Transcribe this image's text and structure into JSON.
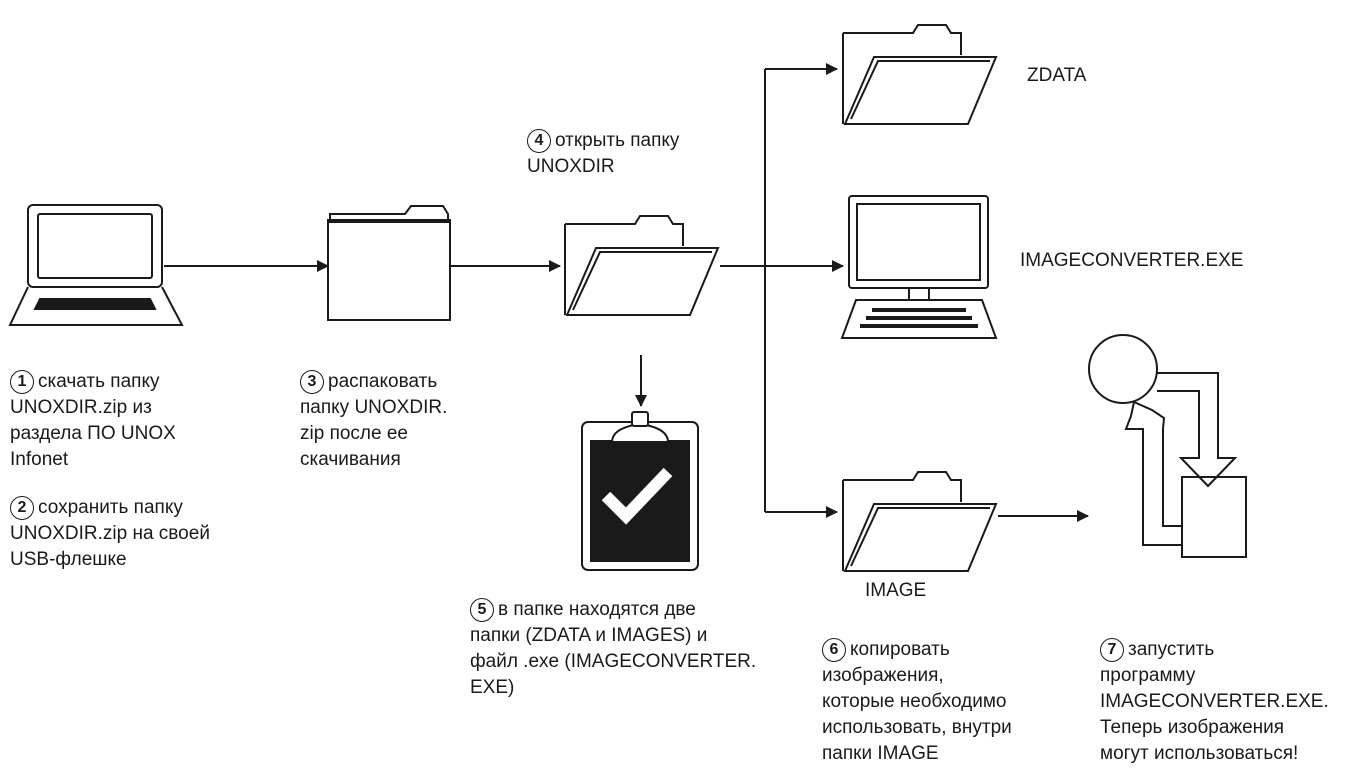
{
  "steps": [
    {
      "num": "1",
      "lines": [
        "скачать папку",
        "UNOXDIR.zip из",
        "раздела ПО UNOX",
        "Infonet"
      ]
    },
    {
      "num": "2",
      "lines": [
        "сохранить папку",
        "UNOXDIR.zip на своей",
        "USB-флешке"
      ]
    },
    {
      "num": "3",
      "lines": [
        "распаковать",
        "папку UNOXDIR.",
        "zip после ее",
        "скачивания"
      ]
    },
    {
      "num": "4",
      "lines": [
        "открыть папку",
        "UNOXDIR"
      ]
    },
    {
      "num": "5",
      "lines": [
        "в папке находятся две",
        "папки (ZDATA и IMAGES) и",
        "файл .exe (IMAGECONVERTER.",
        "EXE)"
      ]
    },
    {
      "num": "6",
      "lines": [
        "копировать",
        "изображения,",
        "которые необходимо",
        "использовать, внутри",
        "папки IMAGE"
      ]
    },
    {
      "num": "7",
      "lines": [
        "запустить",
        "программу",
        "IMAGECONVERTER.EXE.",
        "Теперь изображения",
        "могут использоваться!"
      ]
    }
  ],
  "labels": {
    "zdata": "ZDATA",
    "imageconverter": "IMAGECONVERTER.EXE",
    "image": "IMAGE"
  }
}
